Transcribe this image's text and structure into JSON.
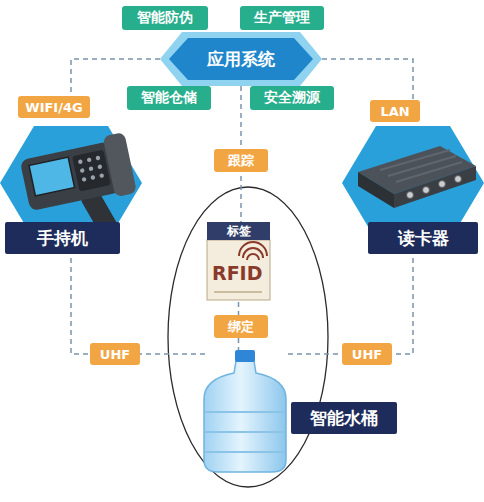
{
  "diagram": {
    "nodes": [
      {
        "text": [
          "智能防伪"
        ]
      },
      {
        "text": [
          "生产管理"
        ]
      },
      {
        "text": [
          "应用系统"
        ]
      },
      {
        "text": [
          "智能仓储"
        ]
      },
      {
        "text": [
          "安全溯源"
        ]
      },
      {
        "text": [
          "手持机"
        ]
      },
      {
        "text": [
          "读卡器"
        ]
      },
      {
        "text": [
          "标签"
        ]
      },
      {
        "text": [
          "智能水桶"
        ]
      }
    ],
    "edges": [
      {
        "from": 2,
        "to": 5,
        "label": "WIFI/4G",
        "arrow": "none"
      },
      {
        "from": 2,
        "to": 6,
        "label": "LAN",
        "arrow": "none"
      },
      {
        "from": 2,
        "to": 7,
        "label": "跟踪",
        "arrow": "none"
      },
      {
        "from": 5,
        "to": 8,
        "label": "UHF",
        "arrow": "none"
      },
      {
        "from": 6,
        "to": 8,
        "label": "UHF",
        "arrow": "none"
      },
      {
        "from": 7,
        "to": 8,
        "label": "绑定",
        "arrow": "none"
      }
    ],
    "labels": [
      "RFID"
    ]
  }
}
